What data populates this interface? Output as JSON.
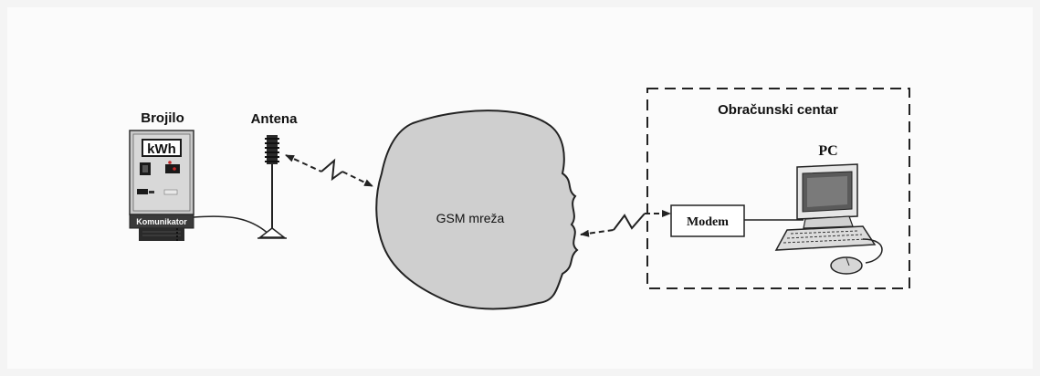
{
  "diagram": {
    "meter": {
      "title": "Brojilo",
      "display": "kWh",
      "communicator": "Komunikator"
    },
    "antenna": {
      "title": "Antena"
    },
    "network": {
      "label": "GSM mreža"
    },
    "billing_center": {
      "title": "Obračunski centar",
      "modem": "Modem",
      "pc": "PC"
    }
  }
}
